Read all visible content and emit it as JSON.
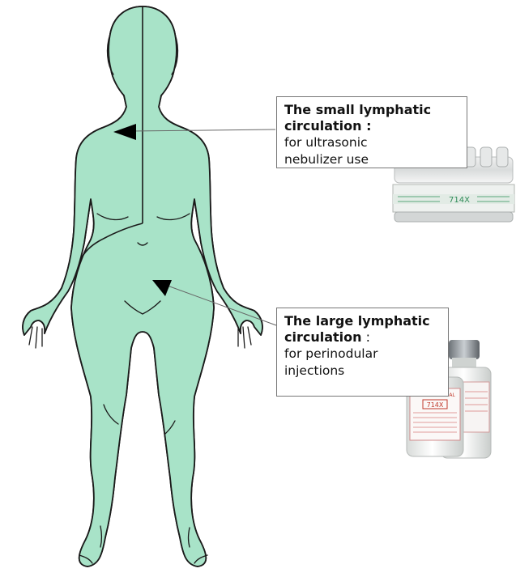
{
  "callouts": {
    "small": {
      "title_line1": "The small lymphatic",
      "title_line2": "circulation :",
      "desc_line1": "for ultrasonic",
      "desc_line2": "nebulizer use"
    },
    "large": {
      "title_line1": "The large lymphatic",
      "title_line2_bold": "circulation",
      "title_line2_rest": " :",
      "desc_line1": "for perinodular",
      "desc_line2": "injections"
    }
  },
  "photos": {
    "ampoule_label": "714X",
    "vial_label_top": "MULTIDOSE VIAL",
    "vial_label_code": "714X"
  },
  "colors": {
    "small_circulation": "#cfe4f5",
    "large_circulation": "#a8e3c8",
    "outline": "#1a1a1a"
  }
}
